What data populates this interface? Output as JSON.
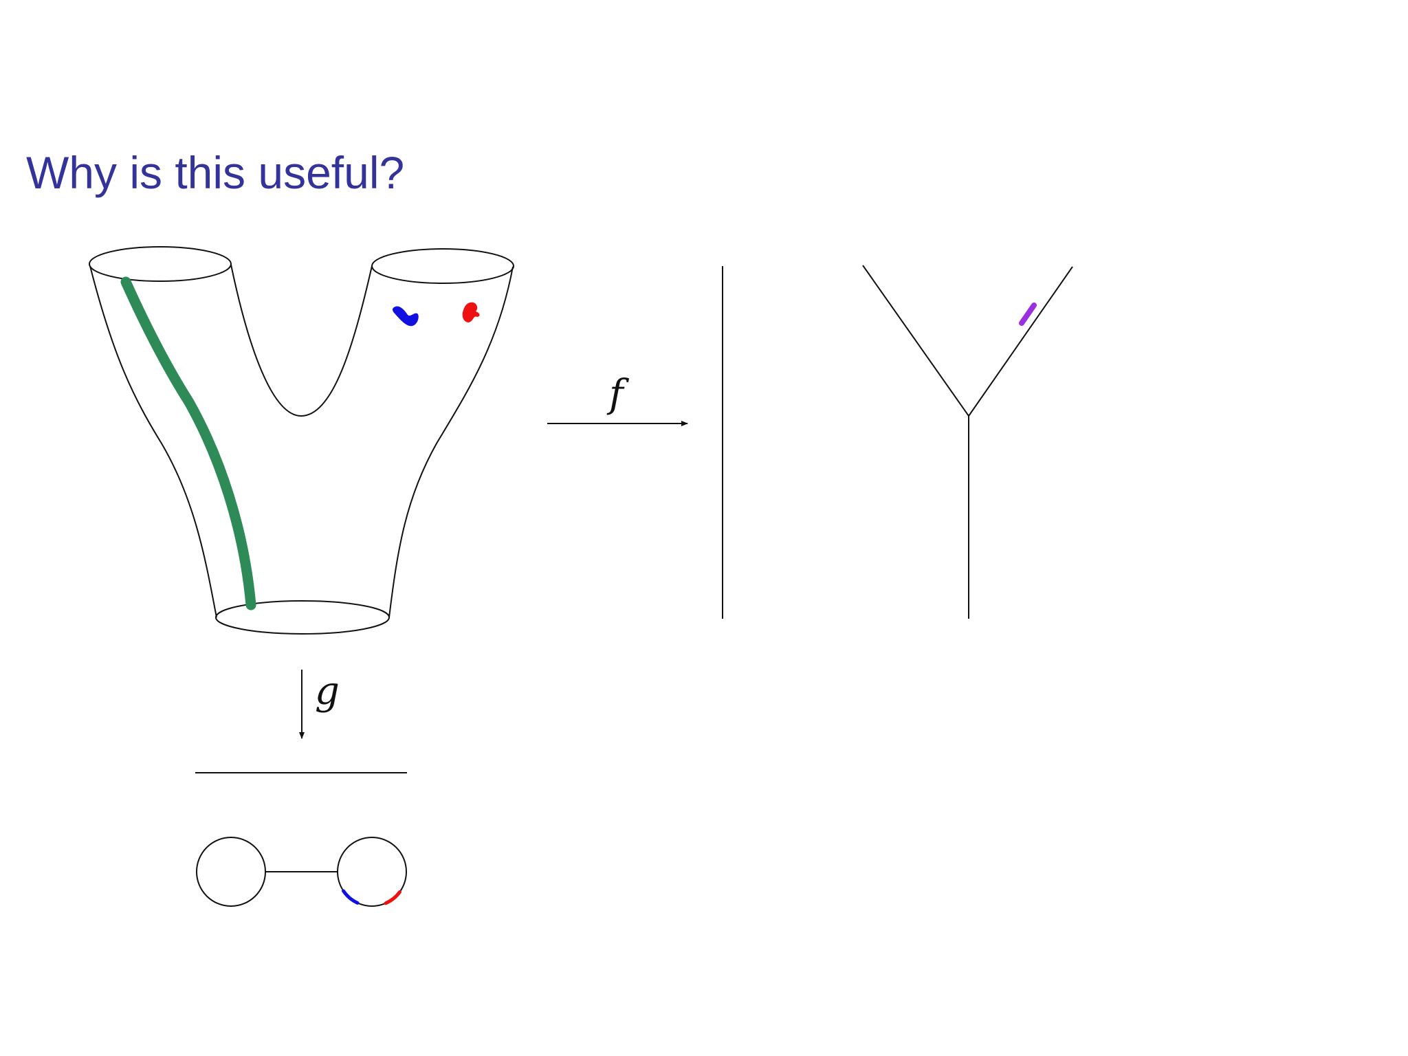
{
  "slide": {
    "title": "Why is this useful?"
  },
  "diagram": {
    "map_f_label": "f",
    "map_g_label": "g"
  },
  "colors": {
    "title": "#333399",
    "stroke": "#111111",
    "green_path": "#2e8b57",
    "blue_blob": "#1010e0",
    "red_blob": "#ee1111",
    "purple_segment": "#9b30e0"
  }
}
